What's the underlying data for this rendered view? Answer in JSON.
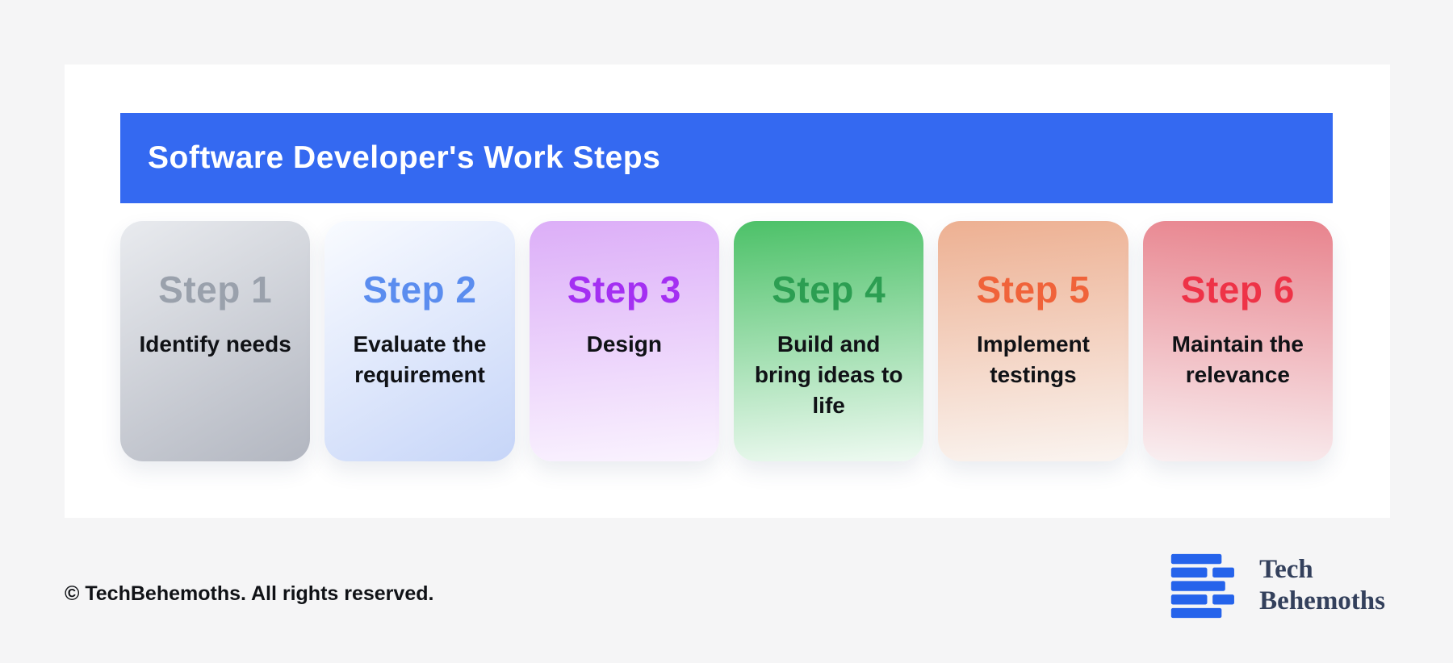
{
  "page": {
    "background": "#f5f5f6",
    "panel_background": "#ffffff"
  },
  "header": {
    "title": "Software Developer's Work Steps",
    "bg_color": "#3469f1",
    "text_color": "#ffffff"
  },
  "steps": [
    {
      "label": "Step 1",
      "description": "Identify needs",
      "title_color": "#9aa1ac",
      "gradient_from": "#e9ebef",
      "gradient_to": "#b2b6c0",
      "gradient_angle": "150deg"
    },
    {
      "label": "Step 2",
      "description": "Evaluate the requirement",
      "title_color": "#5b8def",
      "gradient_from": "#f9fbff",
      "gradient_to": "#c6d5f8",
      "gradient_angle": "150deg"
    },
    {
      "label": "Step 3",
      "description": "Design",
      "title_color": "#a42ff2",
      "gradient_from": "#dcaef8",
      "gradient_to": "#faf3fe",
      "gradient_angle": "175deg"
    },
    {
      "label": "Step 4",
      "description": "Build and bring ideas to life",
      "title_color": "#2c9e52",
      "gradient_from": "#4cc168",
      "gradient_to": "#effaf2",
      "gradient_angle": "175deg"
    },
    {
      "label": "Step 5",
      "description": "Implement testings",
      "title_color": "#f0633a",
      "gradient_from": "#edb092",
      "gradient_to": "#faf4f0",
      "gradient_angle": "175deg"
    },
    {
      "label": "Step 6",
      "description": "Maintain the relevance",
      "title_color": "#ee3347",
      "gradient_from": "#e8838d",
      "gradient_to": "#f9eff1",
      "gradient_angle": "185deg"
    }
  ],
  "footer": {
    "copyright": "© TechBehemoths. All rights reserved."
  },
  "logo": {
    "icon": "techbehemoths-logo",
    "glyph_color": "#2563eb",
    "line1": "Tech",
    "line2": "Behemoths",
    "text_color": "#33405c"
  }
}
